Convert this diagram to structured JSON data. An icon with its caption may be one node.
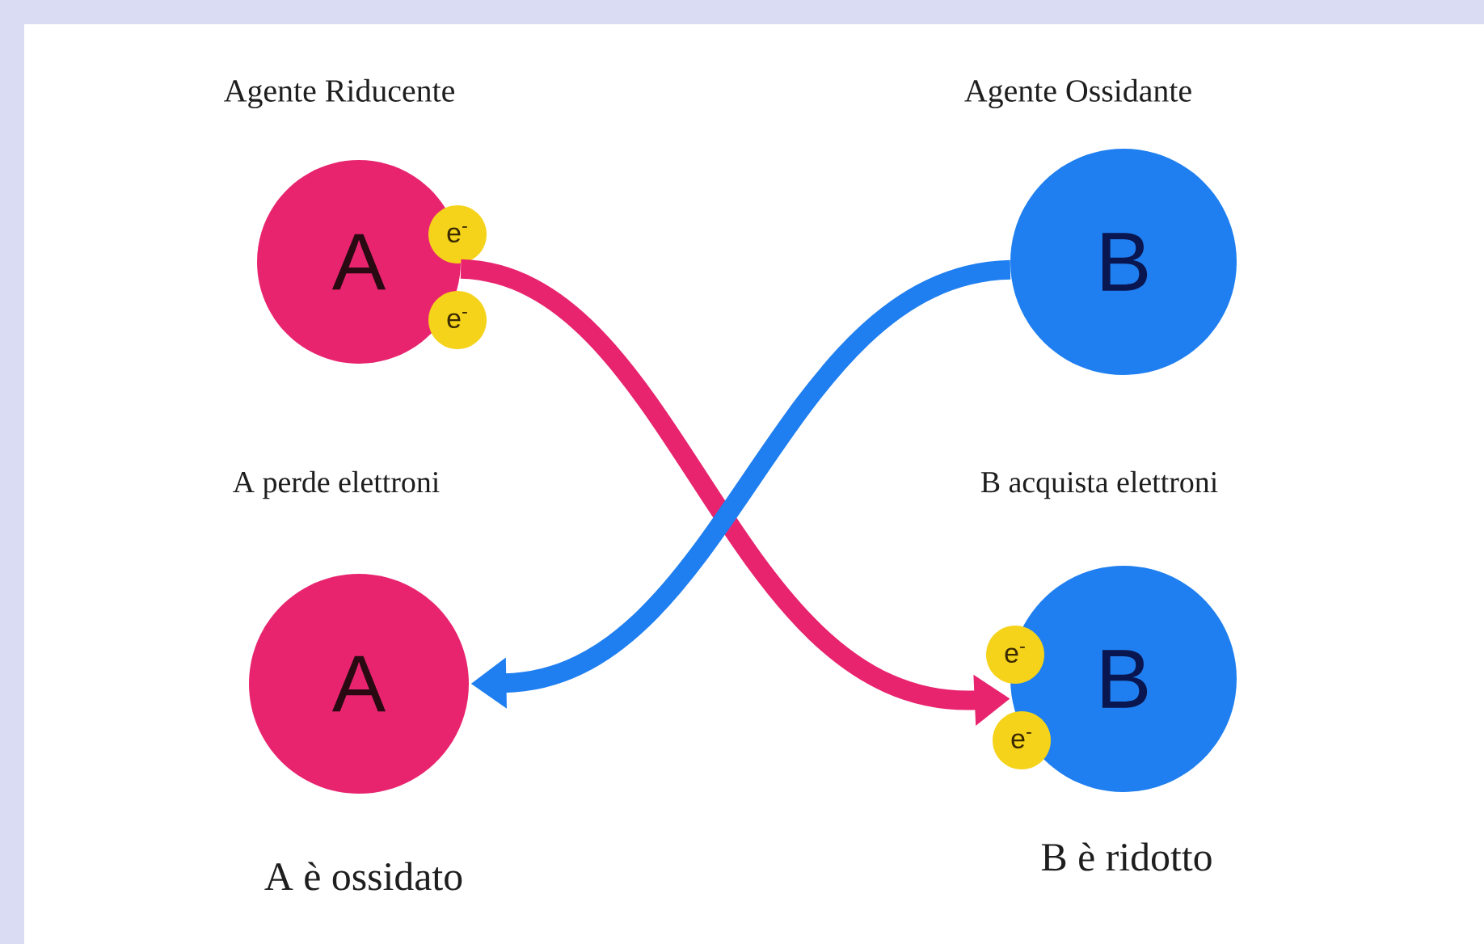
{
  "diagram": {
    "nodes": [
      {
        "text": [
          "A"
        ],
        "beside": [
          "Agente Riducente"
        ]
      },
      {
        "text": [
          "e$^{-}$"
        ]
      },
      {
        "text": [
          "e$^{-}$"
        ]
      },
      {
        "text": [
          "B"
        ],
        "beside": [
          "Agente Ossidante"
        ]
      },
      {
        "text": [
          "A"
        ],
        "beside": [
          "A è ossidato"
        ]
      },
      {
        "text": [
          "e$^{-}$"
        ]
      },
      {
        "text": [
          "e$^{-}$"
        ]
      },
      {
        "text": [
          "B"
        ],
        "beside": [
          "B è ridotto"
        ]
      }
    ],
    "edges": [
      {
        "from": 0,
        "to": 7,
        "arrow": "to",
        "color": "#e8246f"
      },
      {
        "from": 3,
        "to": 4,
        "arrow": "to",
        "color": "#1f7ff0"
      }
    ],
    "labels": [
      "A perde elettroni",
      "B acquista elettroni"
    ]
  }
}
